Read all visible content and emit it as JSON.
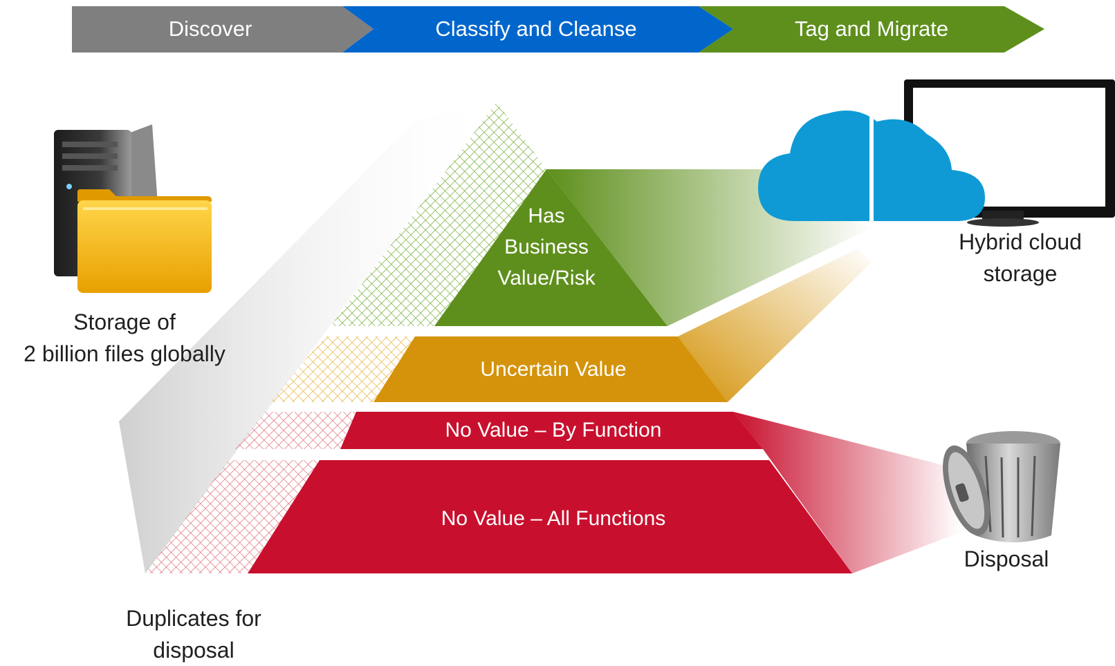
{
  "process_steps": [
    {
      "label": "Discover",
      "color": "#7f7f7f"
    },
    {
      "label": "Classify and Cleanse",
      "color": "#0066cc"
    },
    {
      "label": "Tag and Migrate",
      "color": "#5e8f1c"
    }
  ],
  "tiers": [
    {
      "label": "Has Business Value/Risk",
      "line1": "Has",
      "line2": "Business",
      "line3": "Value/Risk",
      "color": "#5e8f1c"
    },
    {
      "label": "Uncertain Value",
      "color": "#d4930a"
    },
    {
      "label": "No Value – By Function",
      "color": "#c8102e"
    },
    {
      "label": "No Value – All Functions",
      "color": "#c8102e"
    }
  ],
  "source": {
    "line1": "Storage of",
    "line2": "2 billion files globally",
    "icon": "server-folder-icon"
  },
  "duplicates": {
    "line1": "Duplicates for",
    "line2": "disposal"
  },
  "destinations": {
    "cloud": {
      "line1": "Hybrid cloud",
      "line2": "storage",
      "icon": "cloud-monitor-icon"
    },
    "disposal": {
      "label": "Disposal",
      "icon": "trash-bin-icon"
    }
  },
  "colors": {
    "green": "#5e8f1c",
    "gold": "#d4930a",
    "red": "#c8102e",
    "cloud_blue": "#0f9ad6"
  }
}
